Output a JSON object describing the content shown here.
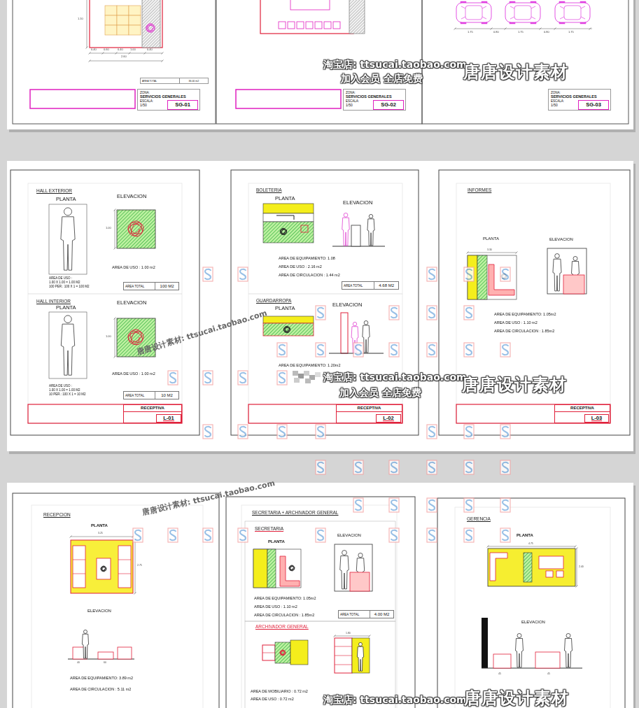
{
  "diagram": {
    "nodes": [
      {
        "text": [
          "AREA TOTAL",
          "36.00 m2"
        ]
      },
      {
        "text": [
          "ZONA:",
          "SERVICIOS GENERALES",
          "ESCALA:",
          "1/50"
        ]
      },
      {
        "text": [
          "SG-01"
        ],
        "in": 1
      },
      {
        "text": [
          "ZONA:",
          "SERVICIOS GENERALES",
          "ESCALA:",
          "1/50"
        ]
      },
      {
        "text": [
          "SG-02"
        ],
        "in": 3
      },
      {
        "text": [
          "ZONA:",
          "SERVICIOS GENERALES",
          "ESCALA:",
          "1/50"
        ]
      },
      {
        "text": [
          "SG-03"
        ],
        "in": 5
      },
      {
        "text": [
          "AREA TOTAL",
          "100 M2"
        ]
      },
      {
        "text": [
          "AREA TOTAL",
          "10 M2"
        ]
      },
      {
        "text": [
          "RECEPTIVA"
        ]
      },
      {
        "text": [
          "L-01"
        ],
        "in": 9
      },
      {
        "text": [
          "AREA TOTAL",
          "4.68 M2"
        ]
      },
      {
        "text": [
          "RECEPTIVA"
        ]
      },
      {
        "text": [
          "L-02"
        ],
        "in": 12
      },
      {
        "text": [
          "RECEPTIVA"
        ]
      },
      {
        "text": [
          "L-03"
        ],
        "in": 14
      },
      {
        "text": [
          "AREA TOTAL",
          "4.00 M2"
        ]
      }
    ],
    "labels": [
      "1.10",
      "0.40",
      "0.60",
      "0.40",
      "1.00",
      "0.40",
      "2.60",
      "1.75",
      "0.80",
      "1.75",
      "0.80",
      "1.75",
      "淘宝店: ttsucai.taobao.com",
      "加入会员 全店免费",
      "唐唐设计素材",
      "HALL EXTERIOR",
      "PLANTA",
      "ELEVACION",
      "1.00",
      "AREA DE USO : 1.00 m2",
      "AREA DE USO :",
      "1.00 X 1.00 = 1.00 M2",
      "100 PER.: 100 X 1 = 100 M2",
      "HALL INTERIOR",
      "PLANTA",
      "ELEVACION",
      "1.00",
      "AREA DE USO : 1.00 m2",
      "AREA DE USO :",
      "1.00 X 1.00 = 1.00 M2",
      "10 PER.: 100 X 1 = 10 M2",
      "BOLETERIA",
      "PLANTA",
      "ELEVACION",
      "AREA DE EQUIPAMIENTO: 1.08",
      "AREA DE USO : 2.16 m2",
      "AREA DE CIRCULACION : 1.44 m2",
      "GUARDARROPA",
      "PLANTA",
      "ELEVACION",
      "AREA DE EQUIPAMIENTO: 1.20m2",
      "INFORMES",
      "PLANTA",
      "ELEVACION",
      "3.30",
      "AREA DE EQUIPAMIENTO: 1.05m2",
      "AREA DE USO : 1.10 m2",
      "AREA DE CIRCULACION : 1.85m2",
      "唐唐设计素材: ttsucai.taobao.com",
      "淘宝店: ttsucai.taobao.com",
      "加入会员 全店免费",
      "唐唐设计素材",
      "RECEPCION",
      "PLANTA",
      "3.25",
      "2.75",
      "ELEVACION",
      "40",
      "60",
      "AREA DE EQUIPAMIENTO: 3.89 m2",
      "AREA DE CIRCULACION : 5.11 m2",
      "SECRETARIA + ARCHIVADOR GENERAL",
      "SECRETARIA",
      "PLANTA",
      "ELEVACION",
      "AREA DE EQUIPAMIENTO: 1.05m2",
      "AREA DE USO : 1.10 m2",
      "AREA DE CIRCULACION : 1.85m2",
      "ARCHIVADOR GENERAL",
      "1.80",
      "AREA DE MOBILIARIO : 0.72 m2",
      "AREA DE USO : 0.72 m2",
      "GERENCIA",
      "PLANTA",
      "4.75",
      "2.40",
      "ELEVACION",
      "45",
      "45",
      "唐唐设计素材: ttsucai.taobao.com",
      "淘宝店: ttsucai.taobao.com",
      "唐唐设计素材"
    ]
  }
}
